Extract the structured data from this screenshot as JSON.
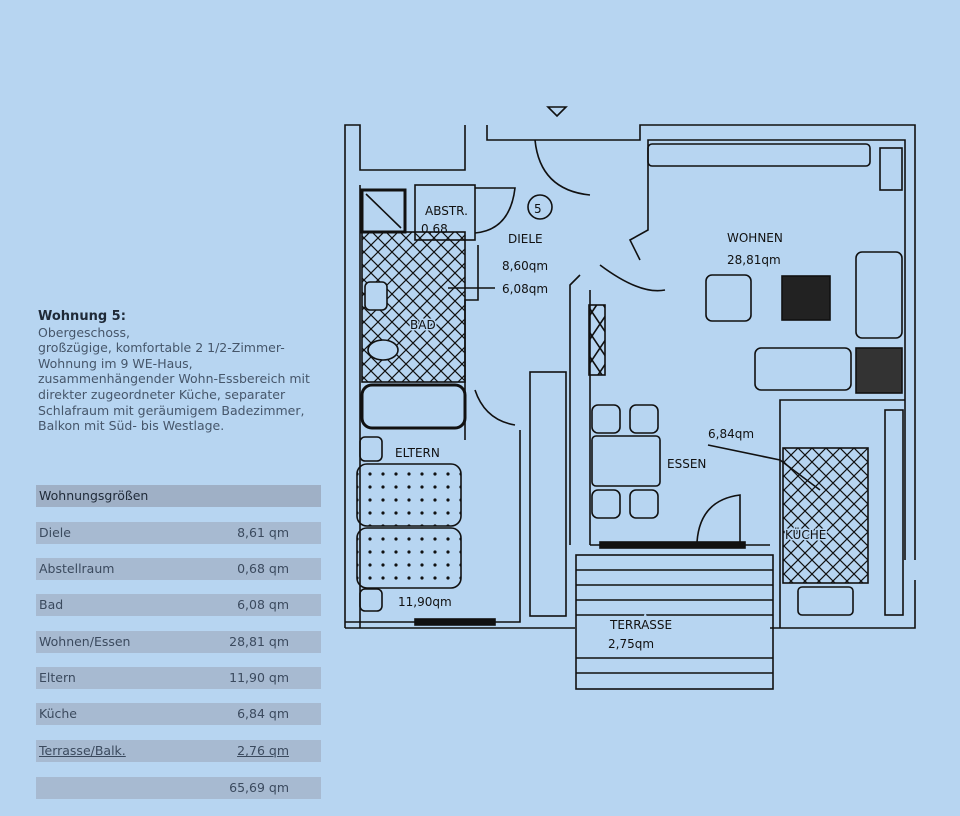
{
  "description": {
    "title": "Wohnung 5:",
    "lines": [
      "Obergeschoss,",
      "großzügige, komfortable 2 1/2-Zimmer-",
      "Wohnung im 9 WE-Haus,",
      "zusammenhängender Wohn-Essbereich mit",
      "direkter zugeordneter Küche, separater",
      "Schlafraum mit geräumigem Badezimmer,",
      "Balkon mit Süd- bis Westlage."
    ]
  },
  "sizes": {
    "header": "Wohnungsgrößen",
    "rows": [
      {
        "label": "Diele",
        "value": "8,61 qm"
      },
      {
        "label": "Abstellraum",
        "value": "0,68 qm"
      },
      {
        "label": "Bad",
        "value": "6,08 qm"
      },
      {
        "label": "Wohnen/Essen",
        "value": "28,81 qm"
      },
      {
        "label": "Eltern",
        "value": "11,90 qm"
      },
      {
        "label": "Küche",
        "value": "6,84 qm"
      },
      {
        "label": "Terrasse/Balk.",
        "value": "2,76 qm"
      }
    ],
    "total": "65,69 qm"
  },
  "plan": {
    "unit_number": "5",
    "abstr": "ABSTR.",
    "abstr_area": "0,68",
    "diele": "DIELE",
    "diele_area": "8,60qm",
    "bad_area": "6,08qm",
    "bad": "BAD",
    "wohnen": "WOHNEN",
    "wohnen_area": "28,81qm",
    "essen": "ESSEN",
    "kueche_area": "6,84qm",
    "kueche": "KÜCHE",
    "eltern": "ELTERN",
    "eltern_area": "11,90qm",
    "terrasse": "TERRASSE",
    "terrasse_area": "2,75qm"
  }
}
